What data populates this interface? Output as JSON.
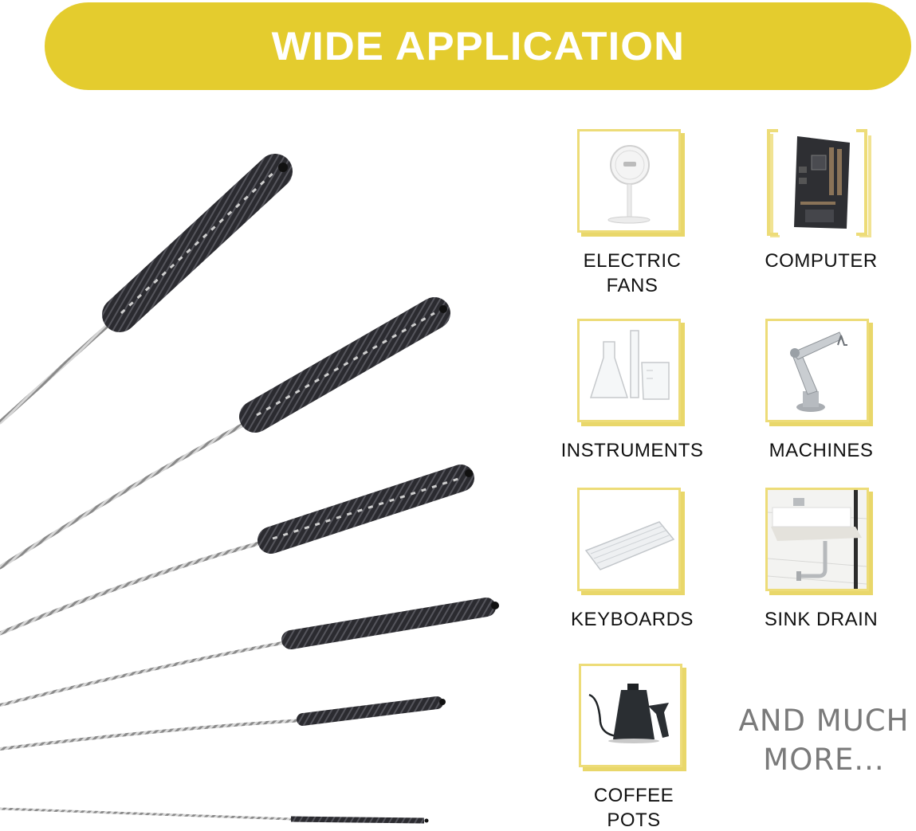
{
  "banner": {
    "title": "WIDE APPLICATION",
    "color": "#E4CC2E"
  },
  "colors": {
    "frame": "#EDDC78",
    "frame_shadow": "#E9D76A",
    "label_text": "#111111",
    "more_text": "#7A7A7A",
    "bristle": "#2A2A2E",
    "wire": "#9A9A9A"
  },
  "hero_image": {
    "subject": "six long-handled black nylon bristle pipe cleaning brushes of decreasing size",
    "brush_count": 6
  },
  "applications": [
    {
      "id": "electric-fans",
      "line1": "ELECTRIC",
      "line2": "FANS",
      "icon": "fan-icon"
    },
    {
      "id": "computer",
      "line1": "COMPUTER",
      "line2": "",
      "icon": "motherboard-icon"
    },
    {
      "id": "instruments",
      "line1": "INSTRUMENTS",
      "line2": "",
      "icon": "lab-glassware-icon"
    },
    {
      "id": "machines",
      "line1": "MACHINES",
      "line2": "",
      "icon": "robot-arm-icon"
    },
    {
      "id": "keyboards",
      "line1": "KEYBOARDS",
      "line2": "",
      "icon": "keyboard-icon"
    },
    {
      "id": "sink-drain",
      "line1": "SINK DRAIN",
      "line2": "",
      "icon": "sink-drain-icon"
    },
    {
      "id": "coffee-pots",
      "line1": "COFFEE",
      "line2": "POTS",
      "icon": "kettle-icon"
    }
  ],
  "more": {
    "line1": "AND MUCH",
    "line2": "MORE..."
  }
}
